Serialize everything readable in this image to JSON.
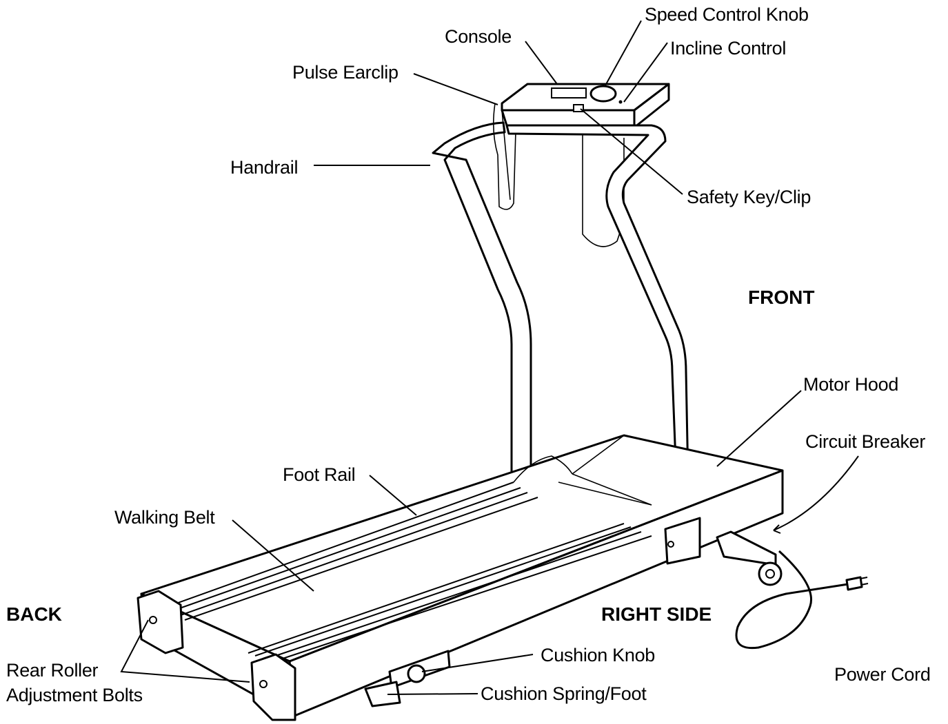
{
  "labels": {
    "speed_control_knob": "Speed Control Knob",
    "console": "Console",
    "incline_control": "Incline Control",
    "pulse_earclip": "Pulse Earclip",
    "handrail": "Handrail",
    "safety_key_clip": "Safety Key/Clip",
    "motor_hood": "Motor Hood",
    "circuit_breaker": "Circuit Breaker",
    "foot_rail": "Foot Rail",
    "walking_belt": "Walking Belt",
    "cushion_knob": "Cushion Knob",
    "cushion_spring_foot": "Cushion Spring/Foot",
    "rear_roller_line1": "Rear Roller",
    "rear_roller_line2": "Adjustment Bolts",
    "power_cord": "Power Cord"
  },
  "directions": {
    "front": "FRONT",
    "back": "BACK",
    "right_side": "RIGHT SIDE"
  }
}
